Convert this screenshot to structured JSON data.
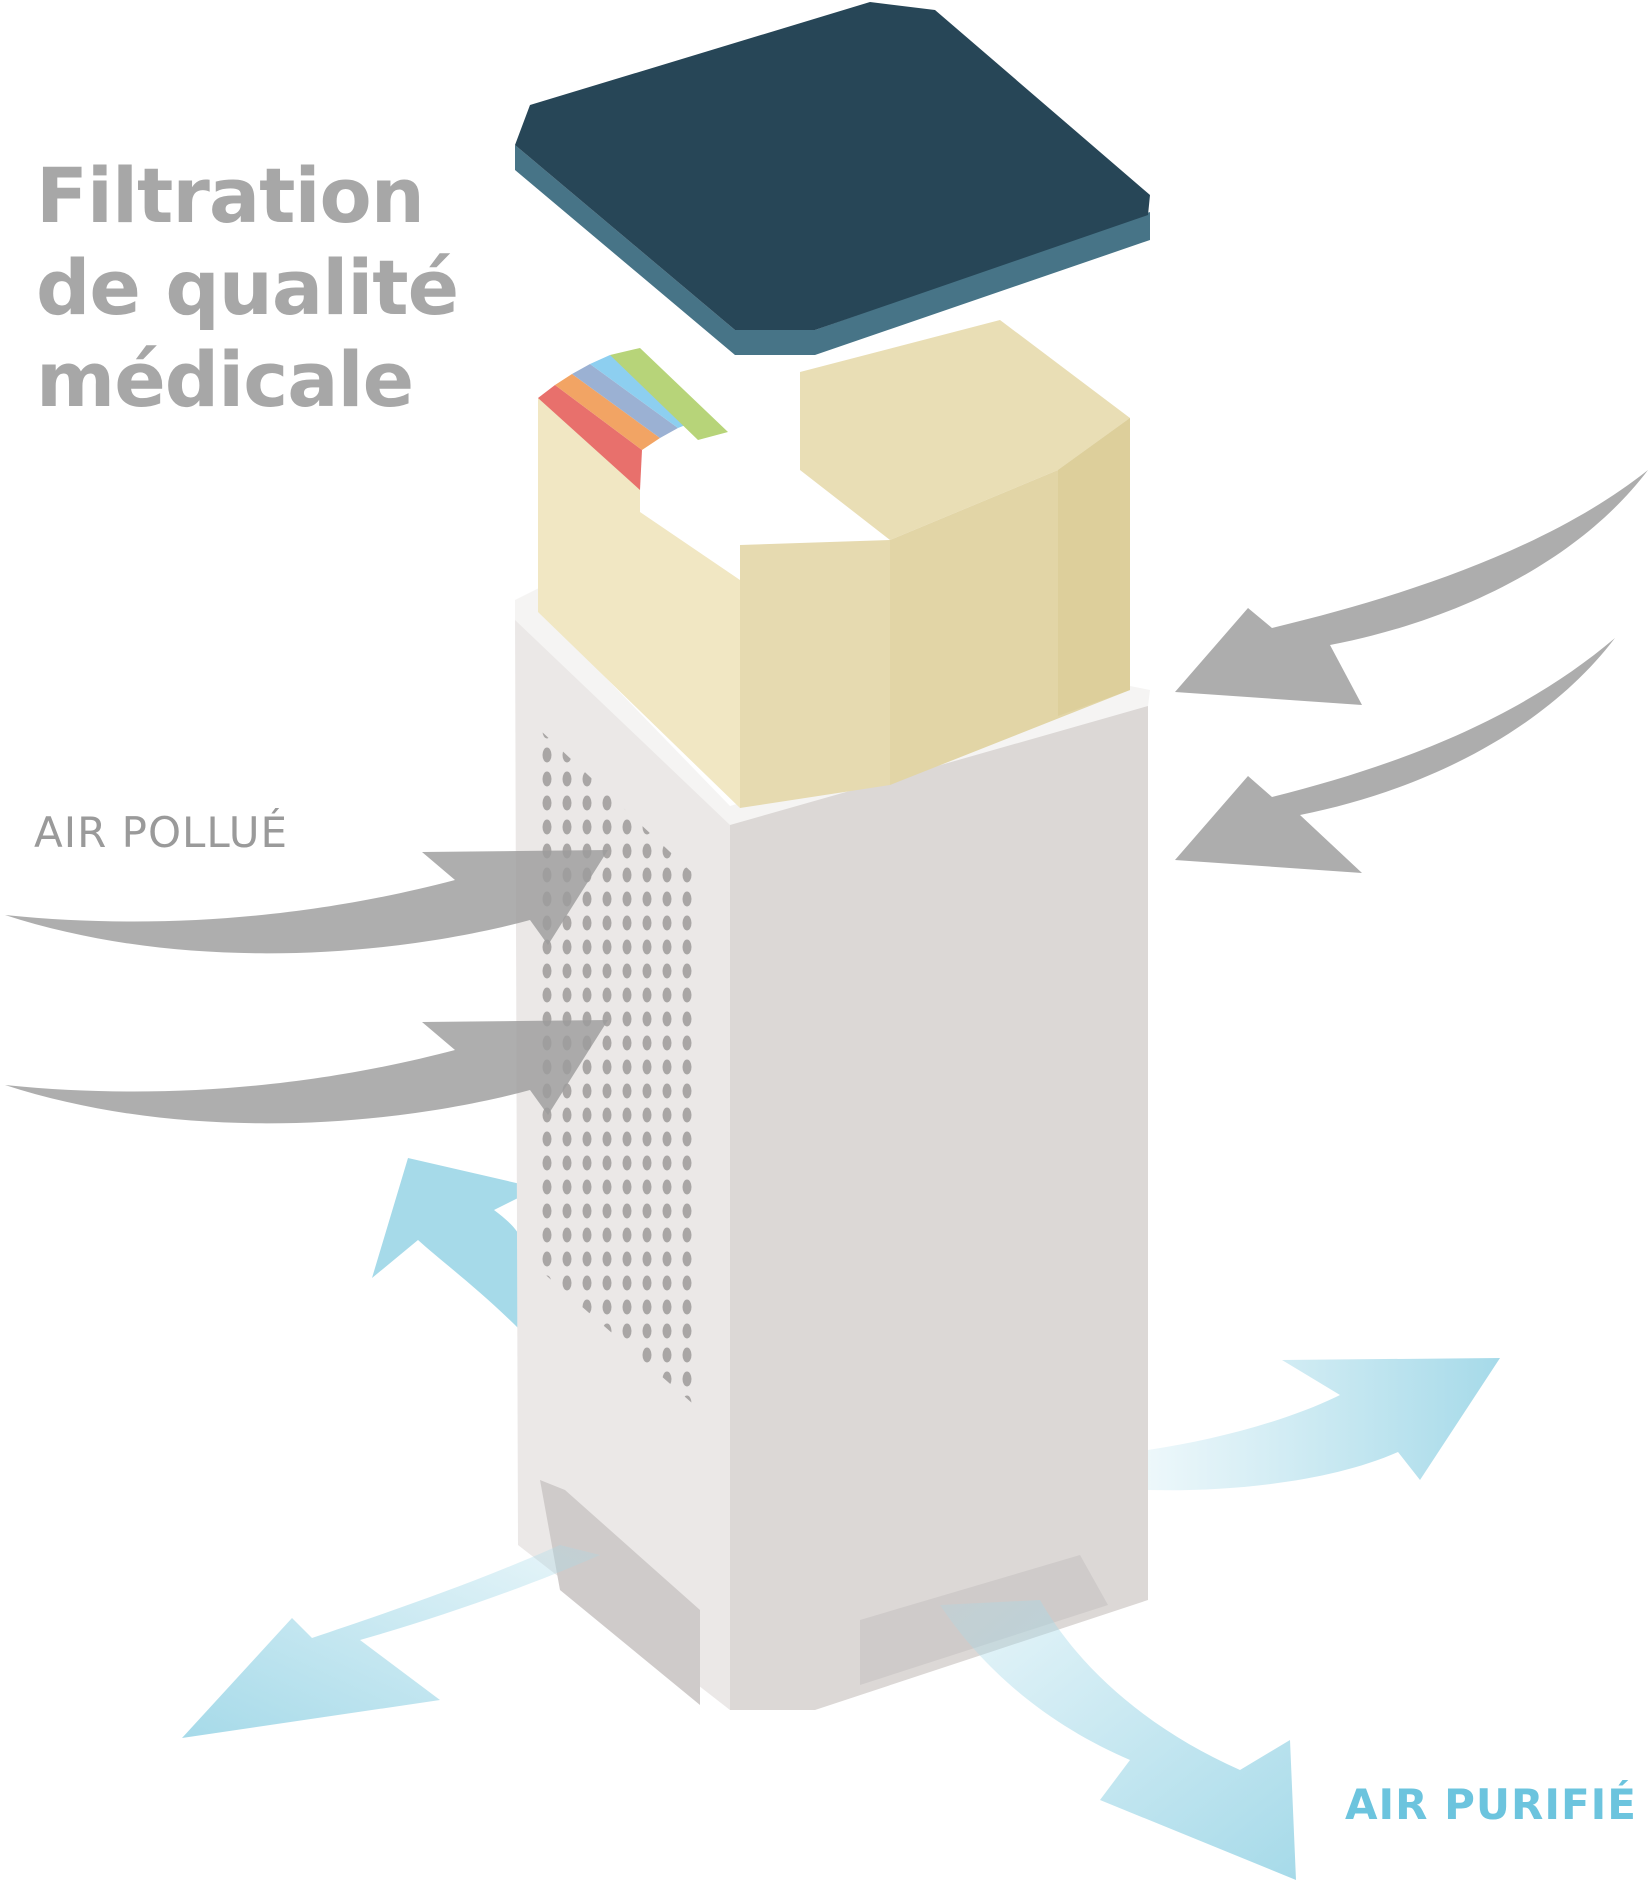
{
  "title_lines": [
    "Filtration",
    "de qualité",
    "médicale"
  ],
  "labels": {
    "polluted_air": "AIR POLLUÉ",
    "purified_air": "AIR PURIFIÉ"
  },
  "colors": {
    "cap": "#274657",
    "cap_side": "#477487",
    "housing_front": "#dcd8d6",
    "housing_left": "#ebe8e7",
    "filter": "#eee3ba",
    "polluted_arrow": "#adadad",
    "purified_arrow": "#a6dae9",
    "label_polluted": "#9a9a9a",
    "label_purified": "#6cc4de",
    "filter_layers": [
      "#e8706c",
      "#f2a464",
      "#9bb1d3",
      "#8dcff0",
      "#b7d479"
    ]
  }
}
